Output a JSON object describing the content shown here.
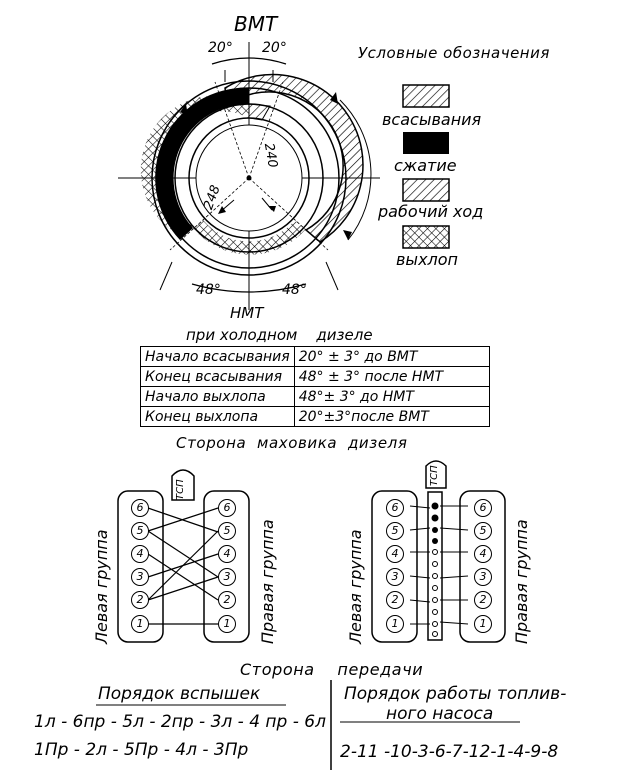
{
  "diagram": {
    "tdc": "ВМТ",
    "bdc": "НМТ",
    "tdc_angle_left": "20°",
    "tdc_angle_right": "20°",
    "bdc_angle_left": "48°",
    "bdc_angle_right": "48°",
    "angle_inner_1": "240",
    "angle_inner_2": "248"
  },
  "legend": {
    "title": "Условные обозначения",
    "items": [
      {
        "label": "всасывания",
        "pattern": "hatch"
      },
      {
        "label": "сжатие",
        "pattern": "solid"
      },
      {
        "label": "рабочий ход",
        "pattern": "hatch"
      },
      {
        "label": "выхлоп",
        "pattern": "crosshatch"
      }
    ]
  },
  "table": {
    "caption": "при холодном    дизеле",
    "rows": [
      [
        "Начало всасывания",
        "20° ± 3° до  ВМТ"
      ],
      [
        "Конец всасывания",
        "48° ± 3° после НМТ"
      ],
      [
        "Начало выхлопа",
        "48°± 3°  до  НМТ"
      ],
      [
        "Конец выхлопа",
        "20°±3°после ВМТ"
      ]
    ]
  },
  "flywheel_side": "Сторона  маховика  дизеля",
  "transmission_side": "Сторона    передачи",
  "group_left": "Левая группа",
  "group_right": "Правая группа",
  "gear_label": "ТСП",
  "cylinders": [
    "6",
    "5",
    "4",
    "3",
    "2",
    "1"
  ],
  "firing_order": {
    "title": "Порядок вспышек",
    "line1": "1л - 6пр - 5л - 2пр - 3л - 4 пр - 6л",
    "line2": "1Пр - 2л - 5Пр - 4л - 3Пр"
  },
  "pump_order": {
    "title_1": "Порядок работы топлив-",
    "title_2": "ного насоса",
    "sequence": "2-11 -10-3-6-7-12-1-4-9-8"
  }
}
